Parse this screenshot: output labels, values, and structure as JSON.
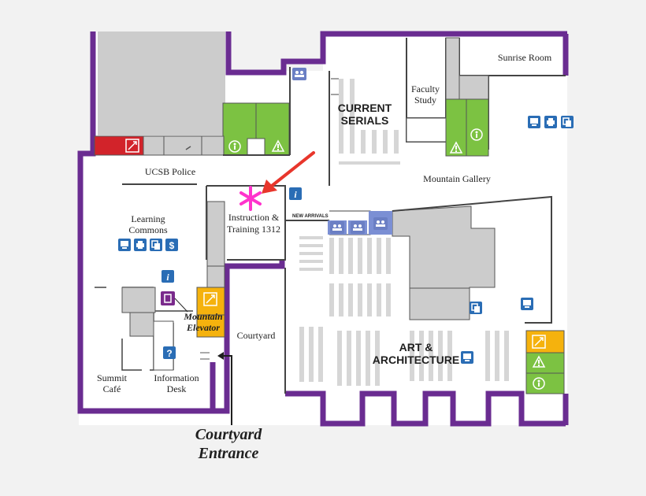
{
  "map": {
    "rooms": {
      "sunrise_room": "Sunrise Room",
      "faculty_study_line1": "Faculty",
      "faculty_study_line2": "Study",
      "current_serials_line1": "CURRENT",
      "current_serials_line2": "SERIALS",
      "mountain_gallery": "Mountain Gallery",
      "ucsb_police": "UCSB Police",
      "learning_commons_line1": "Learning",
      "learning_commons_line2": "Commons",
      "instruction_line1": "Instruction &",
      "instruction_line2": "Training 1312",
      "new_arrivals": "NEW ARRIVALS",
      "mountain_elevator_line1": "Mountain",
      "mountain_elevator_line2": "Elevator",
      "courtyard": "Courtyard",
      "summit_cafe_line1": "Summit",
      "summit_cafe_line2": "Café",
      "information_desk_line1": "Information",
      "information_desk_line2": "Desk",
      "art_architecture_line1": "ART &",
      "art_architecture_line2": "ARCHITECTURE"
    },
    "entrance": {
      "line1": "Courtyard",
      "line2": "Entrance"
    },
    "colors": {
      "wall": "#6a2c91",
      "room_gray": "#cccccc",
      "restroom_green": "#7cc242",
      "stairs_red": "#d2232a",
      "elevator_yellow": "#f5b20d",
      "info_blue": "#2a6db5",
      "marker_pink": "#ff33cc",
      "arrow_red": "#e8362c",
      "study_purple": "#7b5ea7"
    },
    "icons": [
      "stairs-icon",
      "restroom-icon",
      "accessible-icon",
      "computer-icon",
      "printer-icon",
      "copier-icon",
      "dollar-icon",
      "info-icon",
      "help-icon",
      "elevator-icon",
      "group-study-icon",
      "you-are-here-marker",
      "pointer-arrow"
    ]
  }
}
